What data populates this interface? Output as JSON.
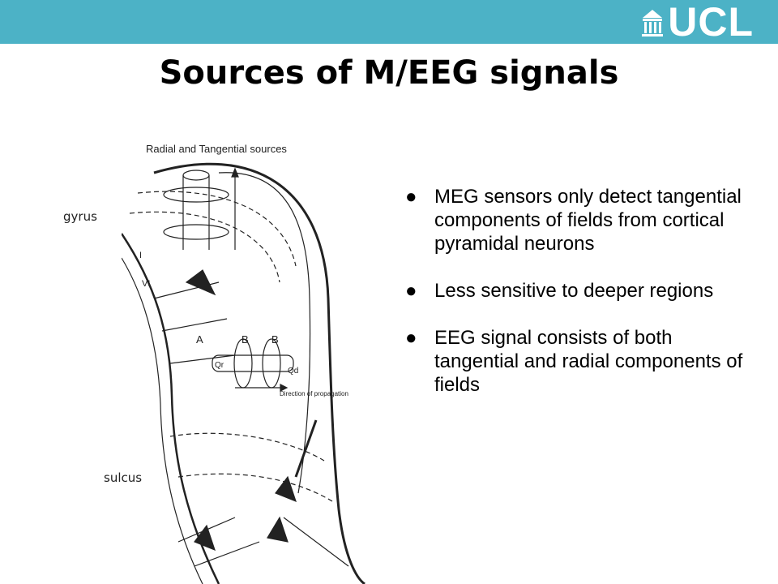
{
  "header": {
    "bar_color": "#4cb2c6",
    "logo_text": "UCL",
    "logo_icon": "ucl-portico-icon"
  },
  "slide": {
    "title": "Sources of M/EEG signals"
  },
  "figure": {
    "caption": "Radial and Tangential sources",
    "annotations": {
      "gyrus": "gyrus",
      "sulcus": "sulcus"
    },
    "inner_labels": {
      "a": "A",
      "b": "B",
      "qr": "Qr",
      "qd": "Qd",
      "direction": "Direction of propagation",
      "layer_i": "I",
      "layer_vi": "VI"
    }
  },
  "bullets": [
    {
      "bullet": "●",
      "text": "MEG sensors only detect tangential components of fields from cortical pyramidal neurons"
    },
    {
      "bullet": "●",
      "text": "Less sensitive to deeper regions"
    },
    {
      "bullet": "●",
      "text": "EEG signal consists of both tangential and radial components of fields"
    }
  ]
}
